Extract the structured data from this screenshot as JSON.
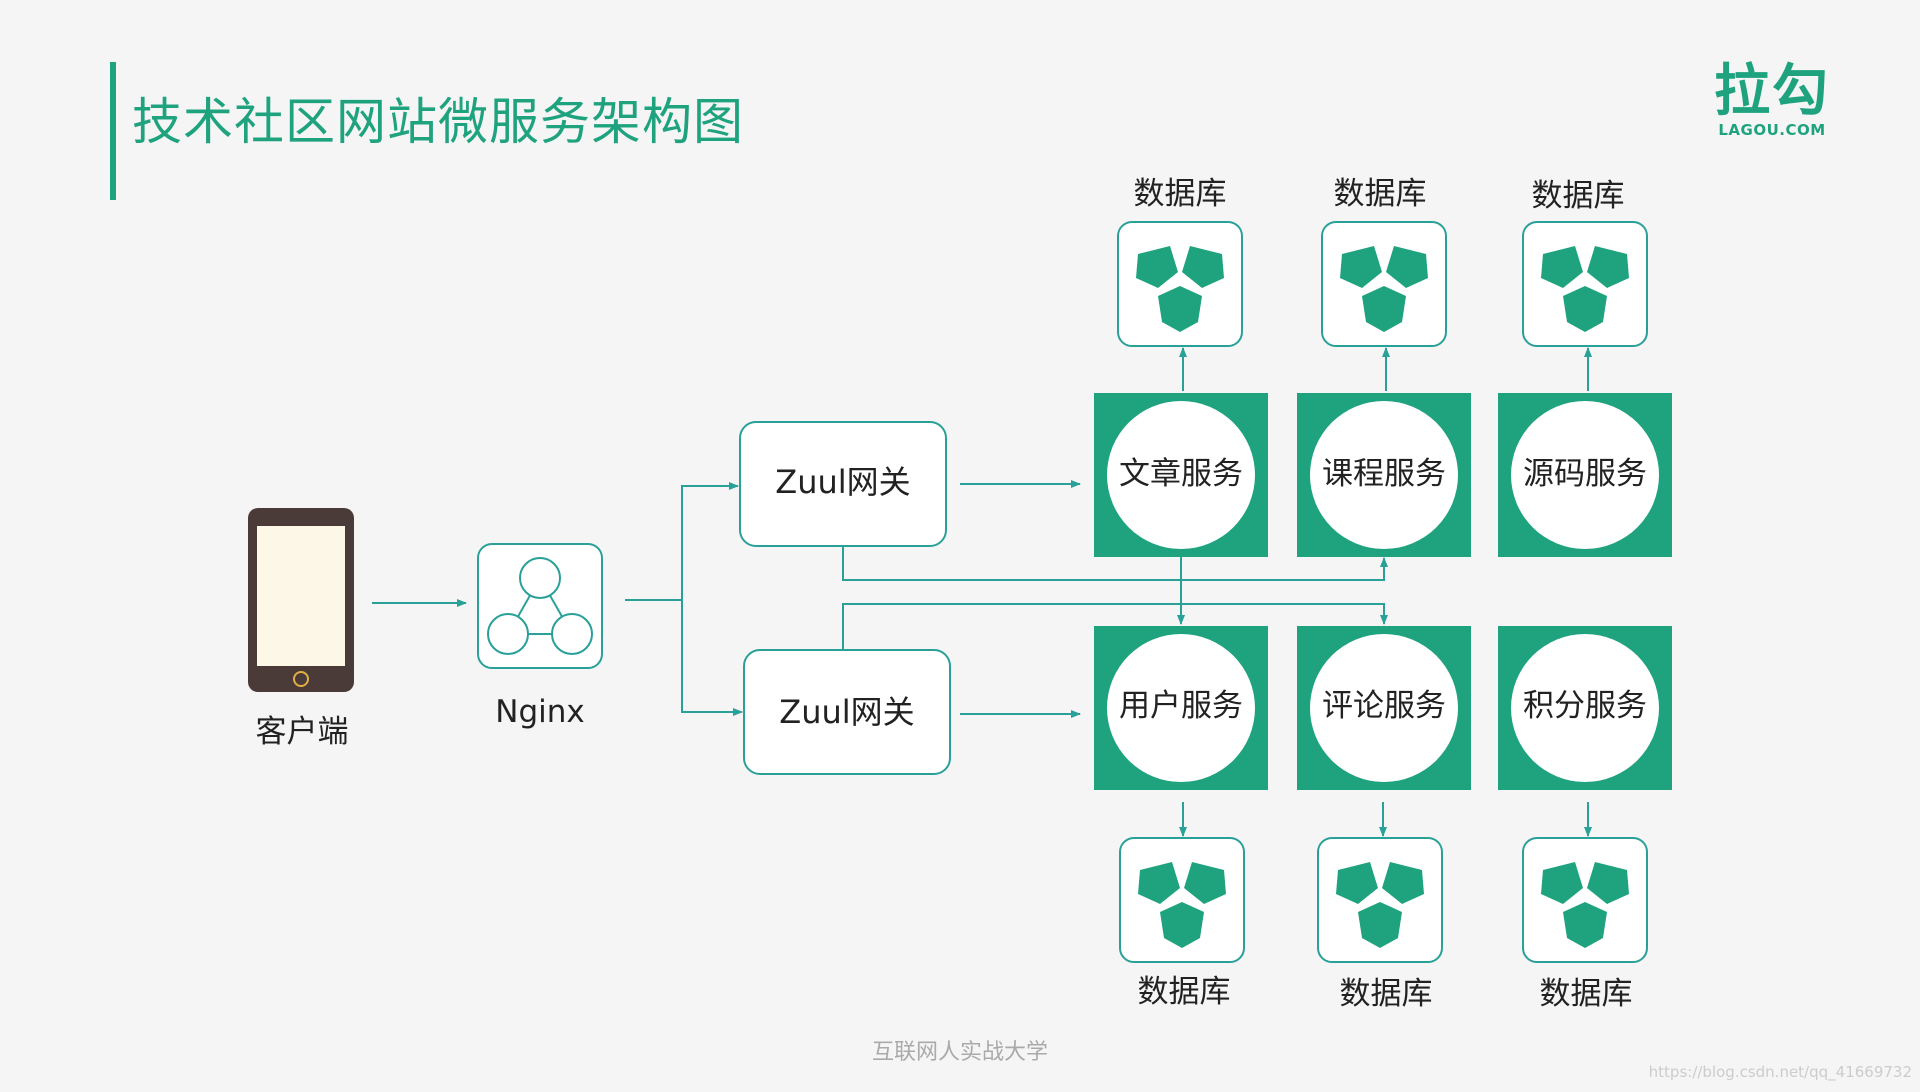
{
  "title": "技术社区网站微服务架构图",
  "logo": {
    "cn": "拉勾",
    "en": "LAGOU.COM"
  },
  "client": {
    "label": "客户端"
  },
  "nginx": {
    "label": "Nginx"
  },
  "gateways": [
    {
      "label": "Zuul网关"
    },
    {
      "label": "Zuul网关"
    }
  ],
  "services": [
    {
      "label": "文章服务",
      "db_label": "数据库"
    },
    {
      "label": "课程服务",
      "db_label": "数据库"
    },
    {
      "label": "源码服务",
      "db_label": "数据库"
    },
    {
      "label": "用户服务",
      "db_label": "数据库"
    },
    {
      "label": "评论服务",
      "db_label": "数据库"
    },
    {
      "label": "积分服务",
      "db_label": "数据库"
    }
  ],
  "footer": "互联网人实战大学",
  "watermark": "https://blog.csdn.net/qq_41669732",
  "colors": {
    "accent": "#1fa37f",
    "line": "#2aa198",
    "phone_body": "#4a3a38",
    "phone_screen": "#fdf7e8"
  },
  "icons": {
    "client": "phone-icon",
    "nginx": "nginx-cluster-icon",
    "database": "database-icon"
  }
}
